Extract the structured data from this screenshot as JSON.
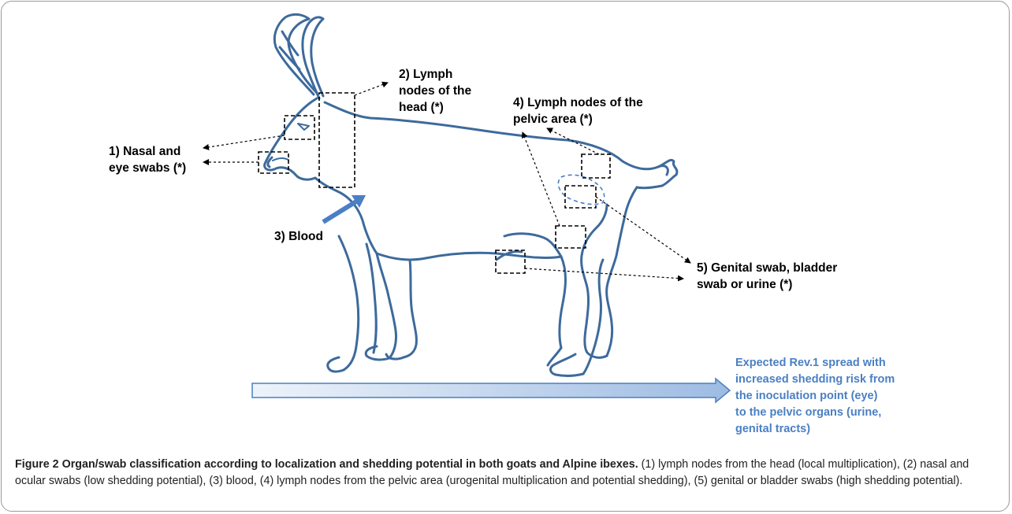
{
  "labels": {
    "l1": [
      "1) Nasal and",
      "eye swabs (*)"
    ],
    "l2": [
      "2) Lymph",
      "nodes of the",
      "head (*)"
    ],
    "l3": [
      "3) Blood"
    ],
    "l4": [
      "4) Lymph nodes of the",
      "pelvic area (*)"
    ],
    "l5": [
      "5) Genital swab, bladder",
      "swab or urine (*)"
    ]
  },
  "spread_note": [
    "Expected Rev.1 spread with",
    "increased shedding risk from",
    "the inoculation point (eye)",
    "to the pelvic organs (urine,",
    "genital tracts)"
  ],
  "caption": {
    "title": "Figure 2  Organ/swab classification according to localization and shedding potential in both goats and Alpine ibexes.",
    "body": " (1) lymph nodes from the head (local multiplication), (2) nasal and ocular swabs (low shedding potential), (3) blood, (4) lymph nodes from the pelvic area (urogenital multiplication and potential shedding), (5) genital or bladder swabs (high shedding potential)."
  },
  "colors": {
    "outline": "#3d6a9c",
    "accent_blue": "#4a7fc4",
    "arrow_fill_light": "#e6eef8",
    "arrow_fill_dark": "#7ea3d3"
  }
}
